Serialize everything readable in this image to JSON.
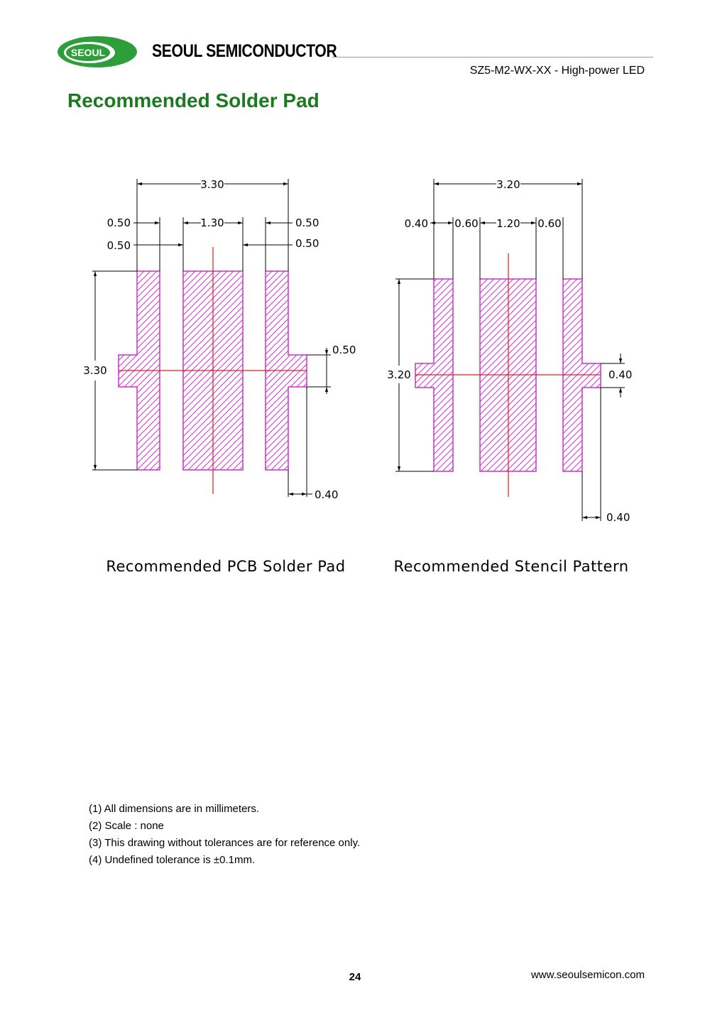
{
  "header": {
    "logo_text": "SEOUL",
    "brand": "SEOUL SEMICONDUCTOR",
    "doc_subtitle": "SZ5-M2-WX-XX - High-power LED"
  },
  "page_title": "Recommended Solder Pad",
  "colors": {
    "title_green": "#1b7a1f",
    "logo_green": "#2e9e3a",
    "pad_outline": "#cc33cc",
    "center_line": "#e0201c"
  },
  "pcb_drawing": {
    "caption": "Recommended PCB Solder Pad",
    "dims": {
      "total_width": "3.30",
      "left_pad_width": "0.50",
      "center_pad_width": "1.30",
      "right_pad_width": "0.50",
      "left_gap": "0.50",
      "right_gap": "0.50",
      "height": "3.30",
      "tab_height": "0.50",
      "tab_length": "0.40"
    }
  },
  "stencil_drawing": {
    "caption": "Recommended Stencil Pattern",
    "dims": {
      "total_width": "3.20",
      "left_pad_width": "0.40",
      "left_gap": "0.60",
      "center_pad_width": "1.20",
      "right_gap": "0.60",
      "height": "3.20",
      "tab_height": "0.40",
      "tab_length": "0.40"
    }
  },
  "notes": [
    "(1) All dimensions are in millimeters.",
    "(2) Scale :  none",
    "(3) This drawing without tolerances are for reference only.",
    "(4) Undefined tolerance is ±0.1mm."
  ],
  "footer": {
    "page_number": "24",
    "website": "www.seoulsemicon.com"
  }
}
